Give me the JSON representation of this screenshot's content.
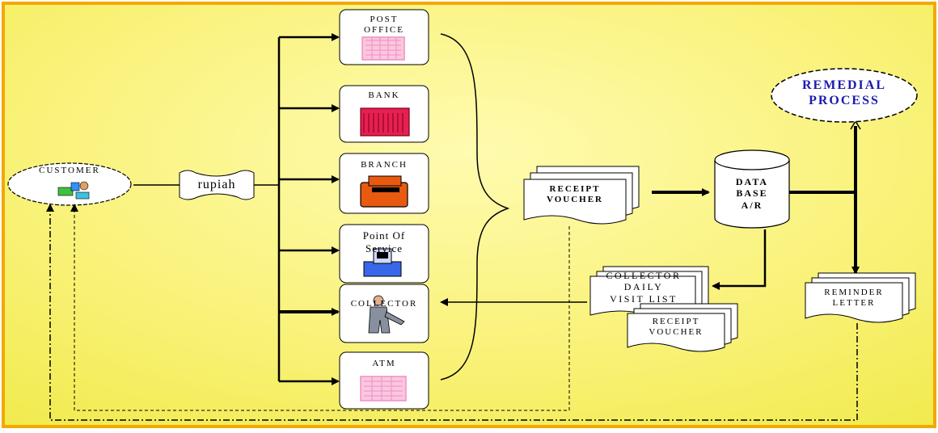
{
  "nodes": {
    "customer": "CUSTOMER",
    "rupiah": "rupiah",
    "post_office": [
      "POST",
      "OFFICE"
    ],
    "bank": "BANK",
    "branch": "BRANCH",
    "point_of_service": [
      "Point Of",
      "Service"
    ],
    "collector": "COLLECTOR",
    "atm": "ATM",
    "receipt_voucher_main": [
      "RECEIPT",
      "VOUCHER"
    ],
    "database": [
      "DATA",
      "BASE",
      "A/R"
    ],
    "remedial_process": [
      "REMEDIAL",
      "PROCESS"
    ],
    "collector_list": [
      "COLLECTOR",
      "DAILY",
      "VISIT LIST"
    ],
    "receipt_voucher_small": [
      "RECEIPT",
      "VOUCHER"
    ],
    "reminder_letter": [
      "REMINDER",
      "LETTER"
    ]
  },
  "colors": {
    "background": "#f5f061",
    "border": "#f2a900",
    "remedial_text": "#1b1bb0",
    "bank_red": "#e62050",
    "branch_orange": "#e85a10",
    "pos_blue": "#3868e8",
    "office_pink": "#ee90c0"
  }
}
